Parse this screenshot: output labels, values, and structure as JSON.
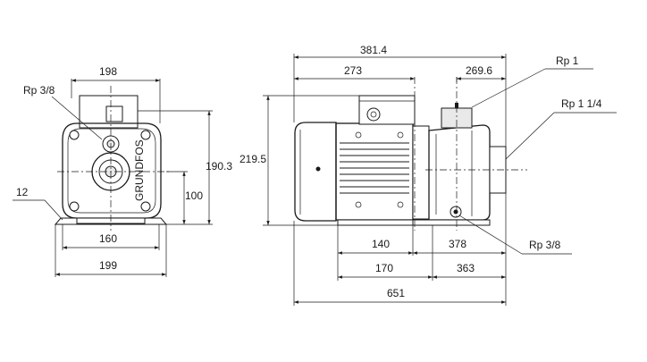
{
  "front_view": {
    "dim_width_top": "198",
    "dim_base_160": "160",
    "dim_base_199": "199",
    "dim_height_190": "190.3",
    "dim_height_100": "100",
    "label_foot": "12",
    "label_port": "Rp 3/8",
    "logo_text": "GRUNDFOS"
  },
  "side_view": {
    "dim_381": "381.4",
    "dim_273": "273",
    "dim_269": "269.6",
    "dim_219": "219.5",
    "dim_140": "140",
    "dim_378": "378",
    "dim_170": "170",
    "dim_363": "363",
    "dim_651": "651",
    "label_rp1": "Rp 1",
    "label_rp114": "Rp 1 1/4",
    "label_rp38": "Rp 3/8"
  },
  "colors": {
    "line": "#1a1a1a",
    "background": "#ffffff",
    "shade": "#e9e9e9"
  }
}
